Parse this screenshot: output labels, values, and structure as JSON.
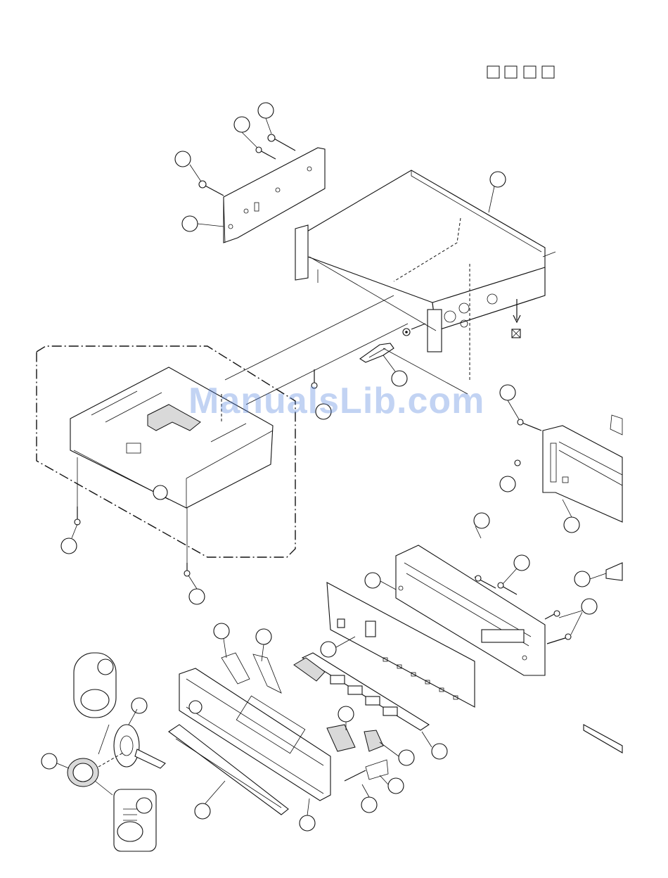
{
  "diagram": {
    "title_boxes_count": 4,
    "callout_count": 33,
    "watermark": "ManualsLib.com"
  }
}
